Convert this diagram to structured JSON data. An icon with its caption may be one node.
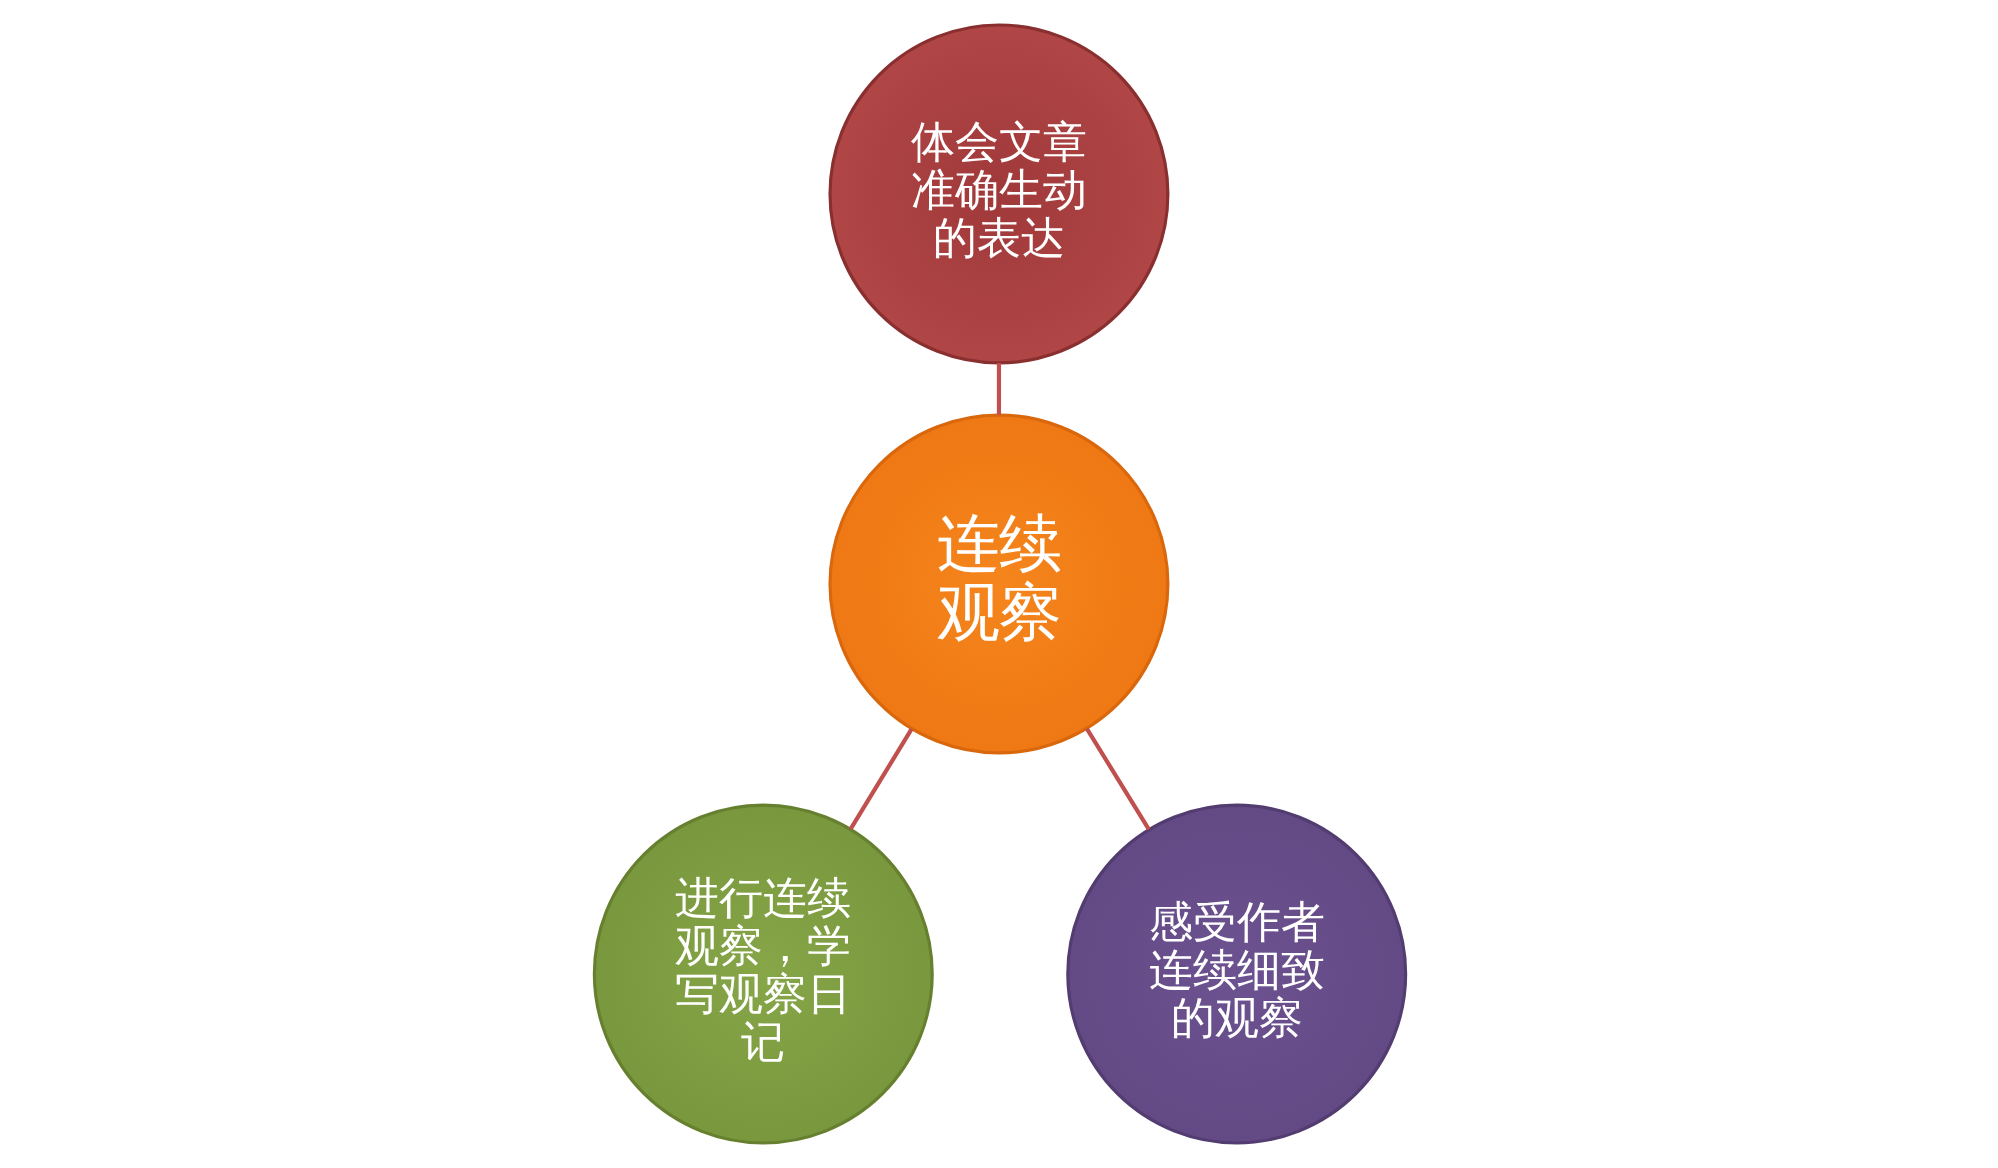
{
  "diagram": {
    "nodes": [
      {
        "text": [
          "体会文章准确生动的表达"
        ]
      },
      {
        "text": [
          "连续观察"
        ]
      },
      {
        "text": [
          "进行连续观察，学写观察日记"
        ]
      },
      {
        "text": [
          "感受作者连续细致的观察"
        ]
      }
    ],
    "edges": [
      {
        "from": 0,
        "to": 1,
        "arrow": "none"
      },
      {
        "from": 1,
        "to": 2,
        "arrow": "none"
      },
      {
        "from": 1,
        "to": 3,
        "arrow": "none"
      }
    ]
  }
}
